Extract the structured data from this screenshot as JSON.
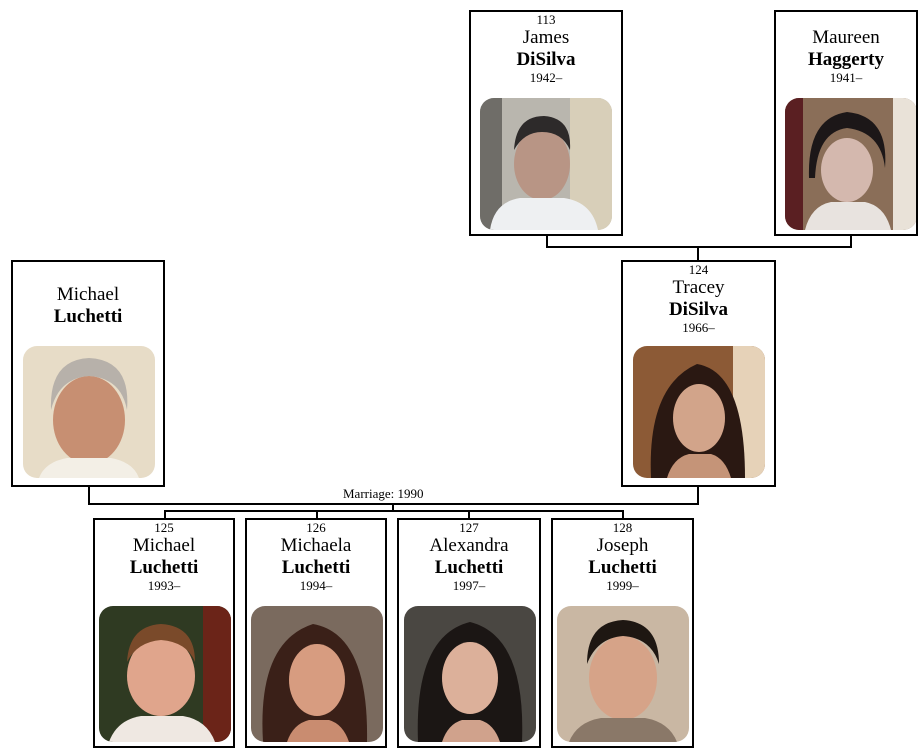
{
  "people": {
    "james": {
      "id": "113",
      "given": "James",
      "surname": "DiSilva",
      "years": "1942–"
    },
    "maureen": {
      "id": "",
      "given": "Maureen",
      "surname": "Haggerty",
      "years": "1941–"
    },
    "michael_sr": {
      "id": "",
      "given": "Michael",
      "surname": "Luchetti",
      "years": ""
    },
    "tracey": {
      "id": "124",
      "given": "Tracey",
      "surname": "DiSilva",
      "years": "1966–"
    },
    "michael_jr": {
      "id": "125",
      "given": "Michael",
      "surname": "Luchetti",
      "years": "1993–"
    },
    "michaela": {
      "id": "126",
      "given": "Michaela",
      "surname": "Luchetti",
      "years": "1994–"
    },
    "alexandra": {
      "id": "127",
      "given": "Alexandra",
      "surname": "Luchetti",
      "years": "1997–"
    },
    "joseph": {
      "id": "128",
      "given": "Joseph",
      "surname": "Luchetti",
      "years": "1999–"
    }
  },
  "marriage_label": "Marriage: 1990"
}
